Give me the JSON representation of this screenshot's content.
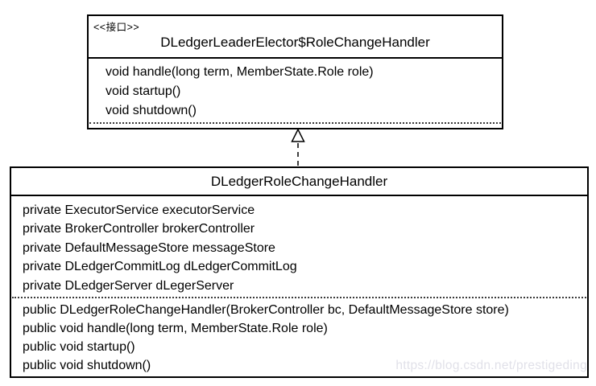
{
  "diagram": {
    "interface_box": {
      "stereotype": "<<接口>>",
      "title": "DLedgerLeaderElector$RoleChangeHandler",
      "methods": [
        "void handle(long term, MemberState.Role role)",
        "void startup()",
        "void shutdown()"
      ]
    },
    "class_box": {
      "title": "DLedgerRoleChangeHandler",
      "fields": [
        "private ExecutorService executorService",
        "private BrokerController brokerController",
        "private DefaultMessageStore messageStore",
        "private DLedgerCommitLog dLedgerCommitLog",
        "private DLedgerServer dLegerServer"
      ],
      "methods": [
        "public DLedgerRoleChangeHandler(BrokerController bc, DefaultMessageStore store)",
        "public void handle(long term, MemberState.Role role)",
        "public void startup()",
        "public void shutdown()"
      ]
    },
    "relationship": {
      "type": "realization",
      "style": "dashed-line-hollow-triangle"
    },
    "watermark": "https://blog.csdn.net/prestigeding",
    "colors": {
      "border": "#000000",
      "text": "#000000",
      "background": "#ffffff",
      "watermark": "#e1e1e9"
    }
  }
}
